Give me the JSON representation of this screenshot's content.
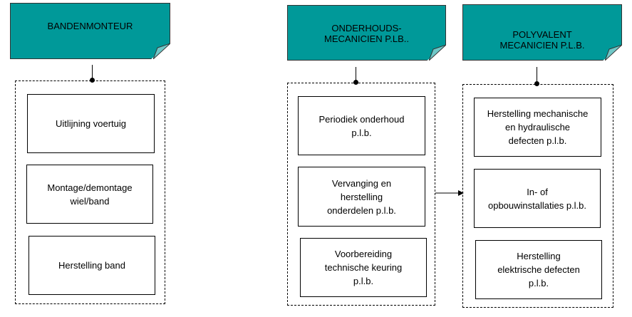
{
  "colors": {
    "note_fill": "#009999",
    "note_shadow": "#4a4a4a",
    "line": "#000000"
  },
  "columns": [
    {
      "title": "BANDENMONTEUR",
      "tasks": [
        "Uitlijning voertuig",
        "Montage/demontage\nwiel/band",
        "Herstelling band"
      ]
    },
    {
      "title": "ONDERHOUDS-\nMECANICIEN P.LB..",
      "tasks": [
        "Periodiek onderhoud\np.l.b.",
        "Vervanging en\nherstelling\nonderdelen p.l.b.",
        "Voorbereiding\ntechnische keuring\np.l.b."
      ]
    },
    {
      "title": "POLYVALENT\nMECANICIEN P.L.B.",
      "tasks": [
        "Herstelling mechanische\nen hydraulische\ndefecten p.l.b.",
        "In- of\nopbouwinstallaties p.l.b.",
        "Herstelling\nelektrische defecten\np.l.b."
      ]
    }
  ]
}
